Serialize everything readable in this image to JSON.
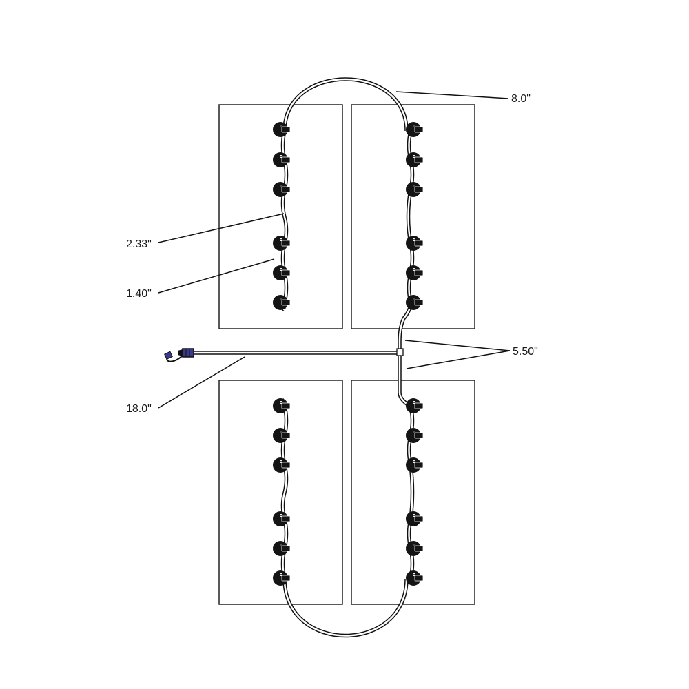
{
  "diagram": {
    "title": "Light strand layout",
    "dimensions": {
      "loop_length": "8.0\"",
      "bulb_group_spacing": "2.33\"",
      "bulb_spacing": "1.40\"",
      "tee_offset": "5.50\"",
      "lead_length": "18.0\""
    },
    "panels": 4,
    "bulbs_per_panel": 6,
    "colors": {
      "line": "#111111",
      "bulb": "#141414",
      "connector": "#3a3a8c",
      "background": "#ffffff"
    }
  }
}
